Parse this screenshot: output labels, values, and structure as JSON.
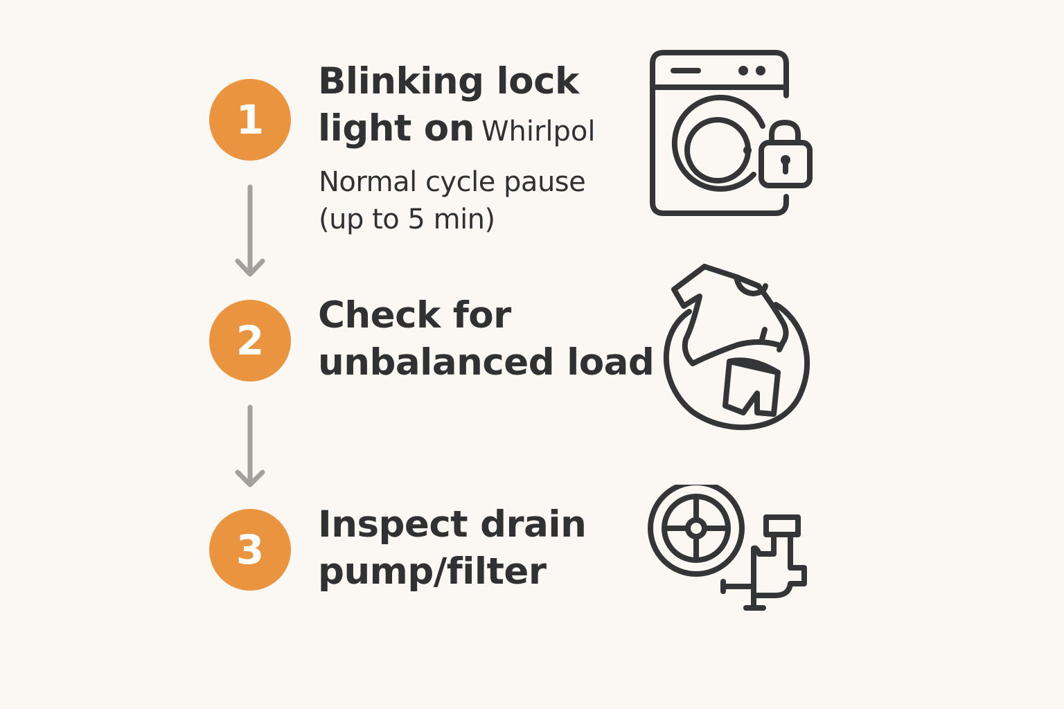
{
  "colors": {
    "background": "#FBF8F3",
    "accent": "#EB9440",
    "text": "#2F3133",
    "arrow": "#A3A19E",
    "icon_stroke": "#333537"
  },
  "steps": [
    {
      "number": "1",
      "title_line1": "Blinking lock",
      "title_line2": "light on",
      "brand": "Whirlpol",
      "subtitle_line1": "Normal cycle pause",
      "subtitle_line2": "(up to 5 min)",
      "icon": "washing-machine-lock-icon"
    },
    {
      "number": "2",
      "title_line1": "Check for",
      "title_line2": "unbalanced load",
      "icon": "unbalanced-laundry-drum-icon"
    },
    {
      "number": "3",
      "title_line1": "Inspect drain",
      "title_line2": "pump/filter",
      "icon": "drain-pump-filter-icon"
    }
  ],
  "connectors": [
    {
      "from": "1",
      "to": "2",
      "icon": "arrow-down-icon"
    },
    {
      "from": "2",
      "to": "3",
      "icon": "arrow-down-icon"
    }
  ]
}
